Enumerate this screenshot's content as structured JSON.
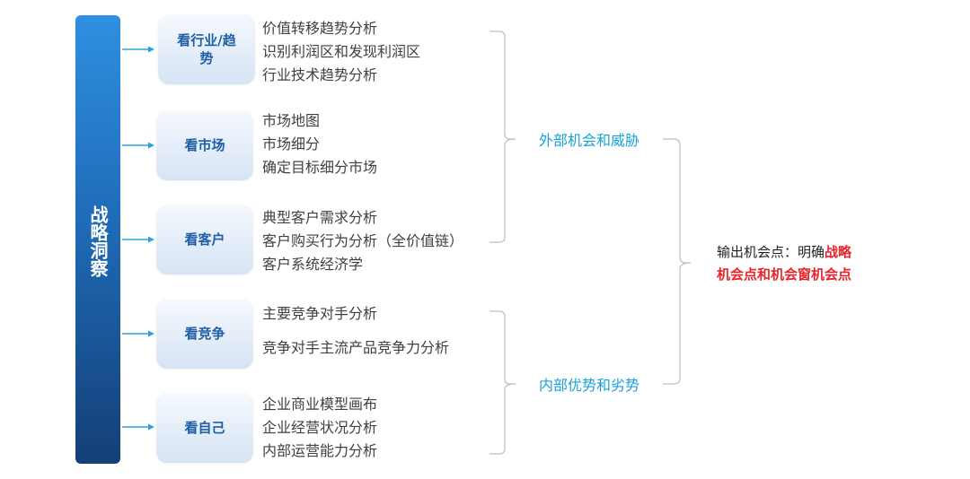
{
  "sidebar": {
    "title": "战略洞察"
  },
  "categories": [
    {
      "label": "看行业/趋势",
      "items": [
        "价值转移趋势分析",
        "识别利润区和发现利润区",
        "行业技术趋势分析"
      ]
    },
    {
      "label": "看市场",
      "items": [
        "市场地图",
        "市场细分",
        "确定目标细分市场"
      ]
    },
    {
      "label": "看客户",
      "items": [
        "典型客户需求分析",
        "客户购买行为分析（全价值链）",
        "客户系统经济学"
      ]
    },
    {
      "label": "看竞争",
      "items": [
        "主要竞争对手分析",
        "竞争对手主流产品竞争力分析"
      ]
    },
    {
      "label": "看自己",
      "items": [
        "企业商业模型画布",
        "企业经营状况分析",
        "内部运营能力分析"
      ]
    }
  ],
  "summaries": {
    "external": "外部机会和威胁",
    "internal": "内部优势和劣势"
  },
  "output": {
    "prefix": "输出机会点：明确",
    "highlight_1": "战略",
    "highlight_2": "机会点和机会窗机会点"
  },
  "colors": {
    "card_text": "#1f5fa8",
    "summary_text": "#1aa0d8",
    "highlight": "#e8242a",
    "arrow": "#2aa3dc"
  }
}
